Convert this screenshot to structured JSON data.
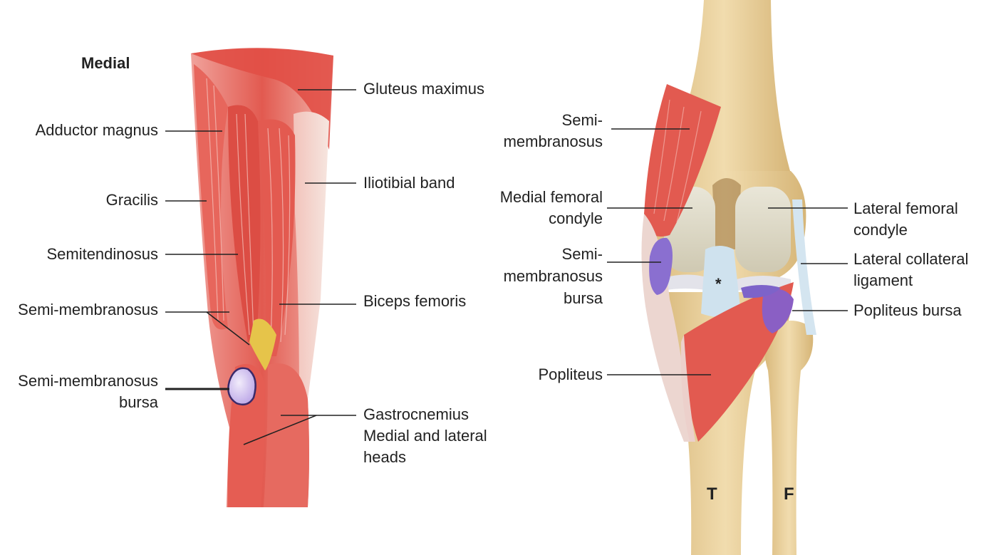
{
  "left_panel": {
    "heading": "Medial",
    "labels": {
      "gluteus_maximus": "Gluteus maximus",
      "adductor_magnus": "Adductor magnus",
      "iliotibial_band": "Iliotibial band",
      "gracilis": "Gracilis",
      "semitendinosus": "Semitendinosus",
      "semimembranosus": "Semi-membranosus",
      "biceps_femoris": "Biceps femoris",
      "semimembranosus_bursa_line1": "Semi-membranosus",
      "semimembranosus_bursa_line2": "bursa",
      "gastrocnemius_line1": "Gastrocnemius",
      "gastrocnemius_line2": "Medial and lateral",
      "gastrocnemius_line3": "heads"
    }
  },
  "right_panel": {
    "labels": {
      "semimembranosus_line1": "Semi-",
      "semimembranosus_line2": "membranosus",
      "medial_condyle_line1": "Medial femoral",
      "medial_condyle_line2": "condyle",
      "lateral_condyle_line1": "Lateral femoral",
      "lateral_condyle_line2": "condyle",
      "semimem_bursa_line1": "Semi-",
      "semimem_bursa_line2": "membranosus",
      "semimem_bursa_line3": "bursa",
      "lateral_collateral_line1": "Lateral collateral",
      "lateral_collateral_line2": "ligament",
      "popliteus_bursa": "Popliteus bursa",
      "popliteus": "Popliteus",
      "asterisk": "*",
      "tibia": "T",
      "fibula": "F"
    }
  },
  "colors": {
    "muscle": "#e2564e",
    "muscle_light": "#f0a09a",
    "tendon": "#ecdcd6",
    "bone": "#e8cf9c",
    "cartilage": "#dedbc9",
    "ligament": "#cfe0ec",
    "bursa": "#8a6fd0",
    "fat": "#e8c84a",
    "line": "#222222"
  }
}
